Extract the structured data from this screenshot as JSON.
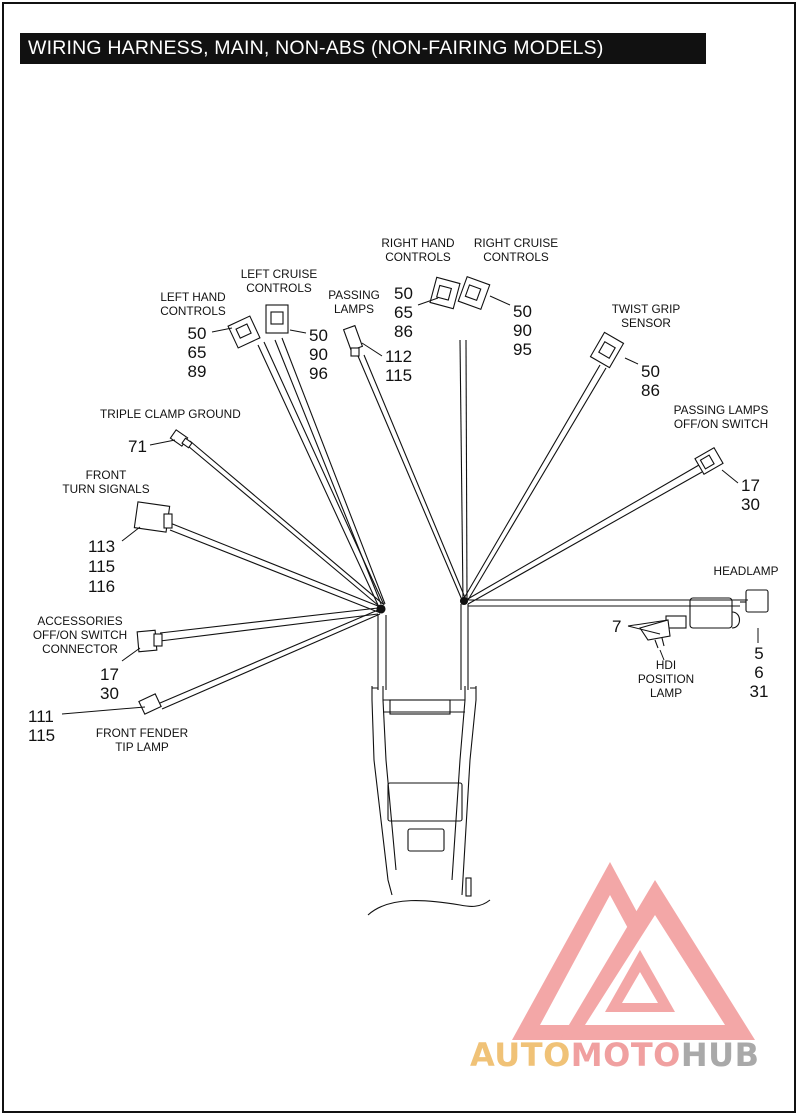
{
  "title": "WIRING HARNESS, MAIN, NON-ABS (NON-FAIRING MODELS)",
  "callouts": {
    "left_hand_controls": {
      "label_line1": "LEFT HAND",
      "label_line2": "CONTROLS",
      "n1": "50",
      "n2": "65",
      "n3": "89"
    },
    "left_cruise_controls": {
      "label_line1": "LEFT CRUISE",
      "label_line2": "CONTROLS",
      "n1": "50",
      "n2": "90",
      "n3": "96"
    },
    "passing_lamps": {
      "label_line1": "PASSING",
      "label_line2": "LAMPS",
      "n1": "112",
      "n2": "115"
    },
    "right_hand_controls": {
      "label_line1": "RIGHT HAND",
      "label_line2": "CONTROLS",
      "n1": "50",
      "n2": "65",
      "n3": "86"
    },
    "right_cruise_controls": {
      "label_line1": "RIGHT CRUISE",
      "label_line2": "CONTROLS",
      "n1": "50",
      "n2": "90",
      "n3": "95"
    },
    "twist_grip_sensor": {
      "label_line1": "TWIST GRIP",
      "label_line2": "SENSOR",
      "n1": "50",
      "n2": "86"
    },
    "passing_lamps_switch": {
      "label_line1": "PASSING LAMPS",
      "label_line2": "OFF/ON SWITCH",
      "n1": "17",
      "n2": "30"
    },
    "triple_clamp_ground": {
      "label": "TRIPLE CLAMP GROUND",
      "n1": "71"
    },
    "front_turn_signals": {
      "label_line1": "FRONT",
      "label_line2": "TURN SIGNALS",
      "n1": "113",
      "n2": "115",
      "n3": "116"
    },
    "accessories_switch": {
      "label_line1": "ACCESSORIES",
      "label_line2": "OFF/ON SWITCH",
      "label_line3": "CONNECTOR",
      "n1": "17",
      "n2": "30"
    },
    "front_fender_tip_lamp": {
      "label_line1": "FRONT FENDER",
      "label_line2": "TIP LAMP",
      "n1": "111",
      "n2": "115"
    },
    "headlamp": {
      "label": "HEADLAMP",
      "n1": "5",
      "n2": "6",
      "n3": "31"
    },
    "hdi_position_lamp": {
      "label_line1": "HDI",
      "label_line2": "POSITION",
      "label_line3": "LAMP",
      "n1": "7"
    }
  },
  "watermark": {
    "part1": "AUTO",
    "part2": "MOTO",
    "part3": "HUB",
    "colors": {
      "auto": "#f0c277",
      "moto": "#f0a0a0",
      "hub": "#a9a9a9",
      "triangle": "#f08a8a"
    }
  }
}
